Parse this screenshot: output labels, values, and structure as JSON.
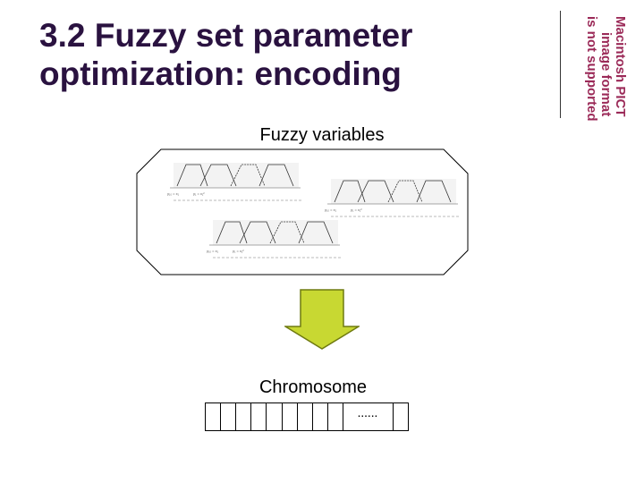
{
  "slide": {
    "title_line1": "3.2 Fuzzy set parameter",
    "title_line2": "optimization: encoding"
  },
  "pict_placeholder": {
    "line1": "Macintosh PICT",
    "line2": "image format",
    "line3": "is not supported"
  },
  "diagram": {
    "fuzzy_label": "Fuzzy variables",
    "chromosome_label": "Chromosome",
    "chromosome_ellipsis": "......",
    "chromosome_gene_count": 11
  },
  "colors": {
    "title": "#2a1240",
    "pict_text": "#9b2a58",
    "arrow_fill": "#c8d832",
    "arrow_stroke": "#6f7a10"
  }
}
